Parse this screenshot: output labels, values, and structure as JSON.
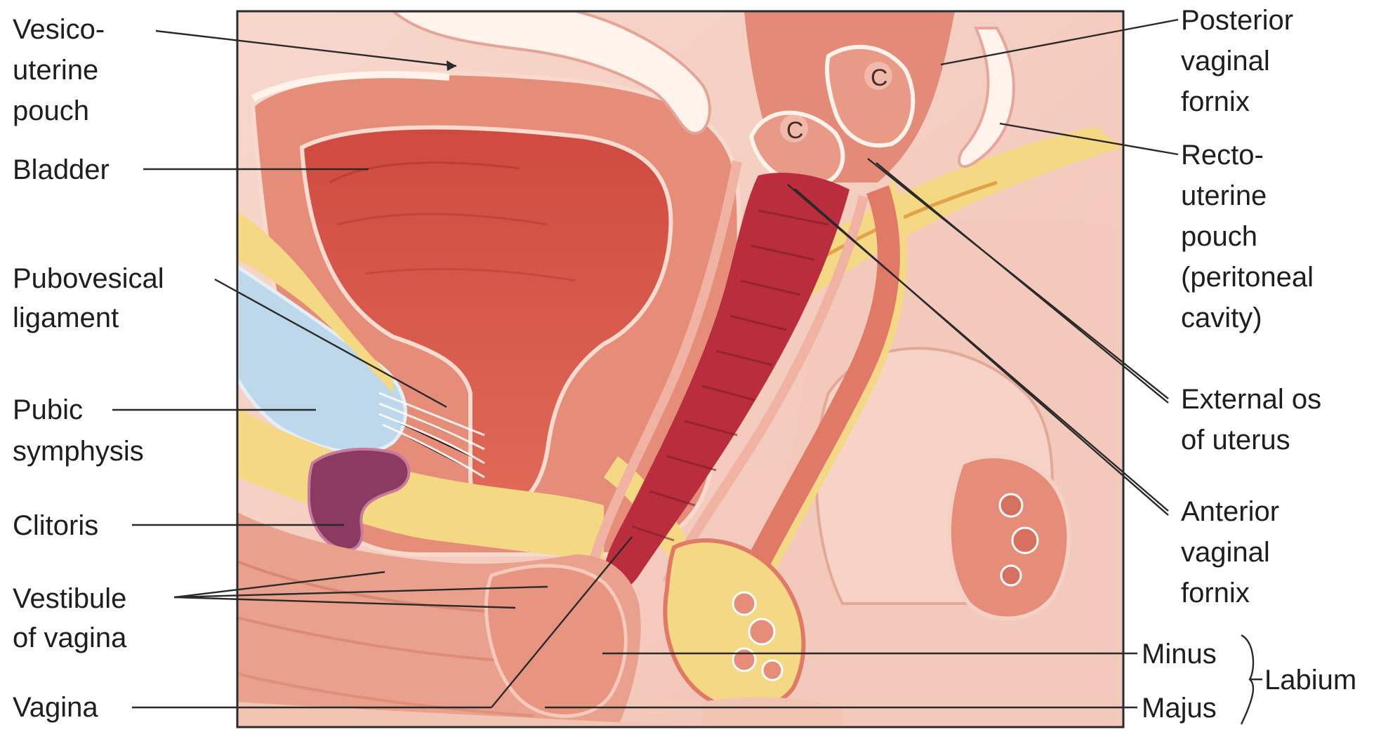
{
  "labels_left": {
    "vesico": [
      "Vesico-",
      "uterine",
      "pouch"
    ],
    "bladder": [
      "Bladder"
    ],
    "pubovesical": [
      "Pubovesical",
      "ligament"
    ],
    "pubic": [
      "Pubic",
      "symphysis"
    ],
    "clitoris": [
      "Clitoris"
    ],
    "vestibule": [
      "Vestibule",
      "of vagina"
    ],
    "vagina": [
      "Vagina"
    ]
  },
  "labels_right": {
    "posterior_fornix": [
      "Posterior",
      "vaginal",
      "fornix"
    ],
    "rectouterine": [
      "Recto-",
      "uterine",
      "pouch",
      "(peritoneal",
      "cavity)"
    ],
    "external_os": [
      "External os",
      "of uterus"
    ],
    "anterior_fornix": [
      "Anterior",
      "vaginal",
      "fornix"
    ],
    "minus": "Minus",
    "majus": "Majus",
    "labium": "Labium"
  },
  "cervix_marks": [
    "C",
    "C"
  ],
  "colors": {
    "frame": "#2b2b2b",
    "tissue": "#e79480",
    "tissue_dark": "#c8584a",
    "bladder_lumen": "#c93f3a",
    "vagina_lumen": "#b92d3c",
    "fat": "#f4d884",
    "bone": "#bcd8ea",
    "clitoris": "#8b3a62",
    "peritoneum": "#fff3ec",
    "skin": "#f0c2b0"
  }
}
